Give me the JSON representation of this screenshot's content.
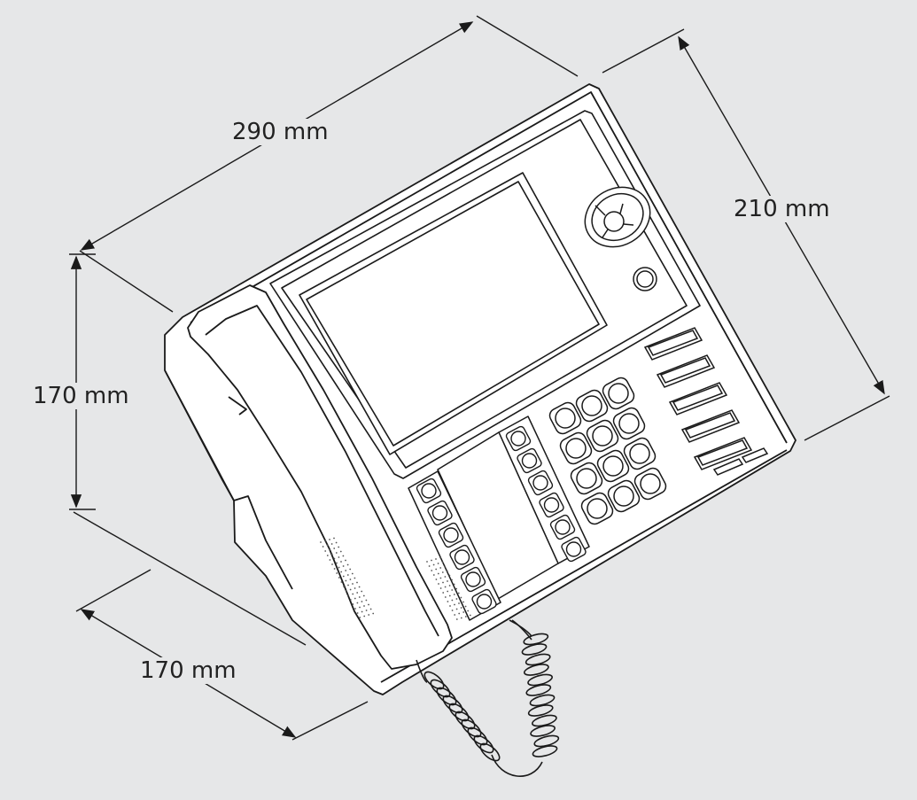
{
  "dimensions": {
    "width": "290 mm",
    "depth_right": "210 mm",
    "height": "170 mm",
    "depth_front": "170 mm"
  },
  "colors": {
    "background": "#e6e7e8",
    "body": "#ffffff",
    "stroke": "#1a1a1a"
  },
  "phone": {
    "line_key_count": 6,
    "dialpad_key_count": 12,
    "function_key_count": 5
  }
}
